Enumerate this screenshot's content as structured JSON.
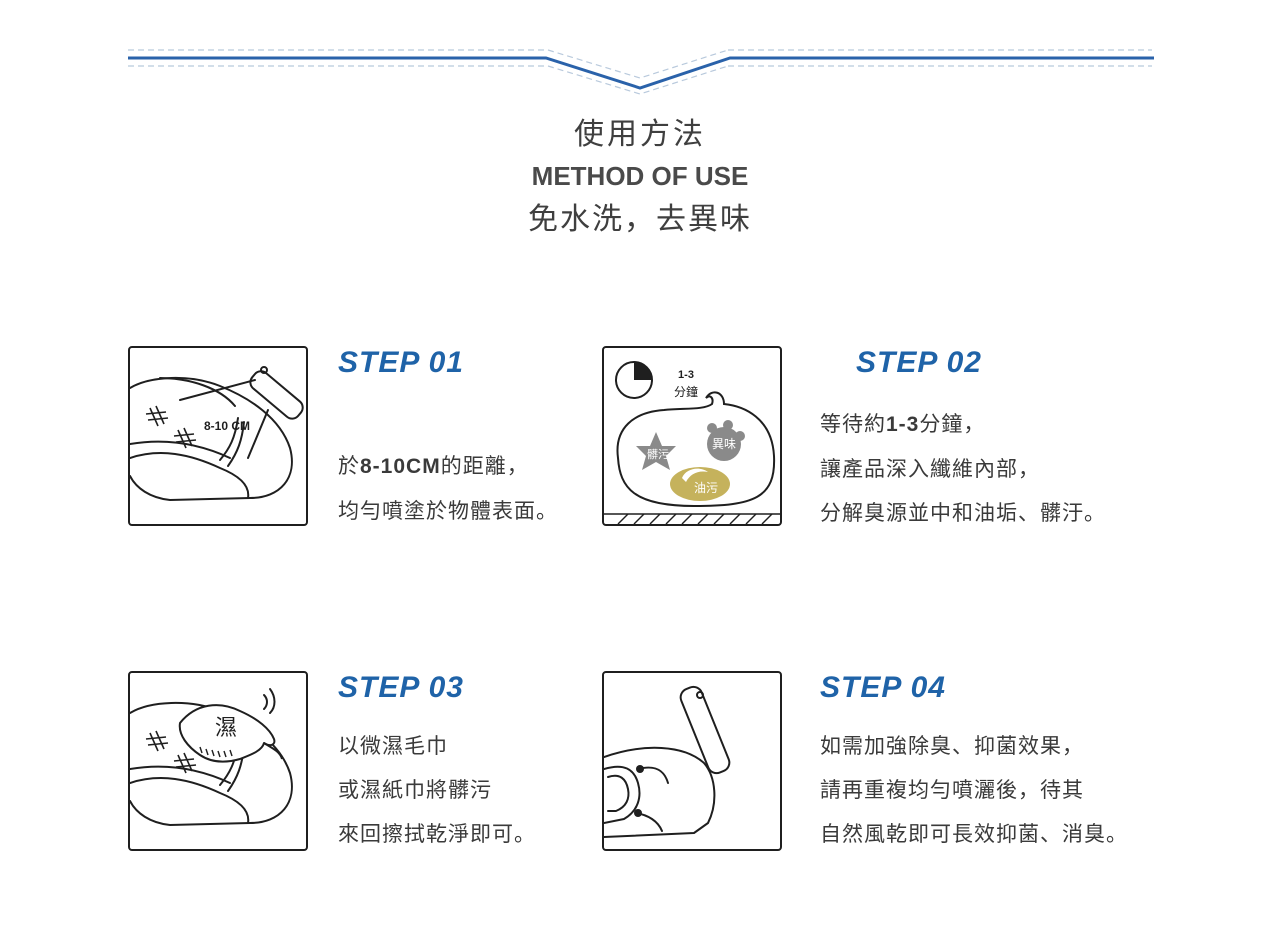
{
  "header": {
    "title_zh": "使用方法",
    "title_en": "METHOD OF USE",
    "subtitle": "免水洗，去異味"
  },
  "colors": {
    "accent": "#1f63a8",
    "text": "#3d3d3d",
    "stain": "#c5b25c",
    "grey": "#8a8a8a"
  },
  "steps": [
    {
      "title": "STEP 01",
      "icon": "spray-on-shoe-illustration",
      "illustration_label": "8-10 CM",
      "lines": [
        {
          "pre": "於",
          "bold": "8-10CM",
          "post": "的距離，"
        },
        {
          "pre": "均勻噴塗於物體表面。",
          "bold": "",
          "post": ""
        }
      ]
    },
    {
      "title": "STEP 02",
      "icon": "timer-stain-illustration",
      "illustration_labels": {
        "time": "1-3",
        "unit": "分鐘",
        "stain_dirt": "髒污",
        "stain_odor": "異味",
        "stain_oil": "油污"
      },
      "lines": [
        {
          "pre": "等待約",
          "bold": "1-3",
          "post": "分鐘，"
        },
        {
          "pre": "讓產品深入纖維內部，",
          "bold": "",
          "post": ""
        },
        {
          "pre": "分解臭源並中和油垢、髒汙。",
          "bold": "",
          "post": ""
        }
      ]
    },
    {
      "title": "STEP 03",
      "icon": "wipe-shoe-illustration",
      "illustration_label": "濕",
      "lines": [
        {
          "pre": "以微濕毛巾",
          "bold": "",
          "post": ""
        },
        {
          "pre": "或濕紙巾將髒污",
          "bold": "",
          "post": ""
        },
        {
          "pre": "來回擦拭乾淨即可。",
          "bold": "",
          "post": ""
        }
      ]
    },
    {
      "title": "STEP 04",
      "icon": "spray-helmet-illustration",
      "lines": [
        {
          "pre": "如需加強除臭、抑菌效果，",
          "bold": "",
          "post": ""
        },
        {
          "pre": "請再重複均勻噴灑後，待其",
          "bold": "",
          "post": ""
        },
        {
          "pre": "自然風乾即可長效抑菌、消臭。",
          "bold": "",
          "post": ""
        }
      ]
    }
  ]
}
